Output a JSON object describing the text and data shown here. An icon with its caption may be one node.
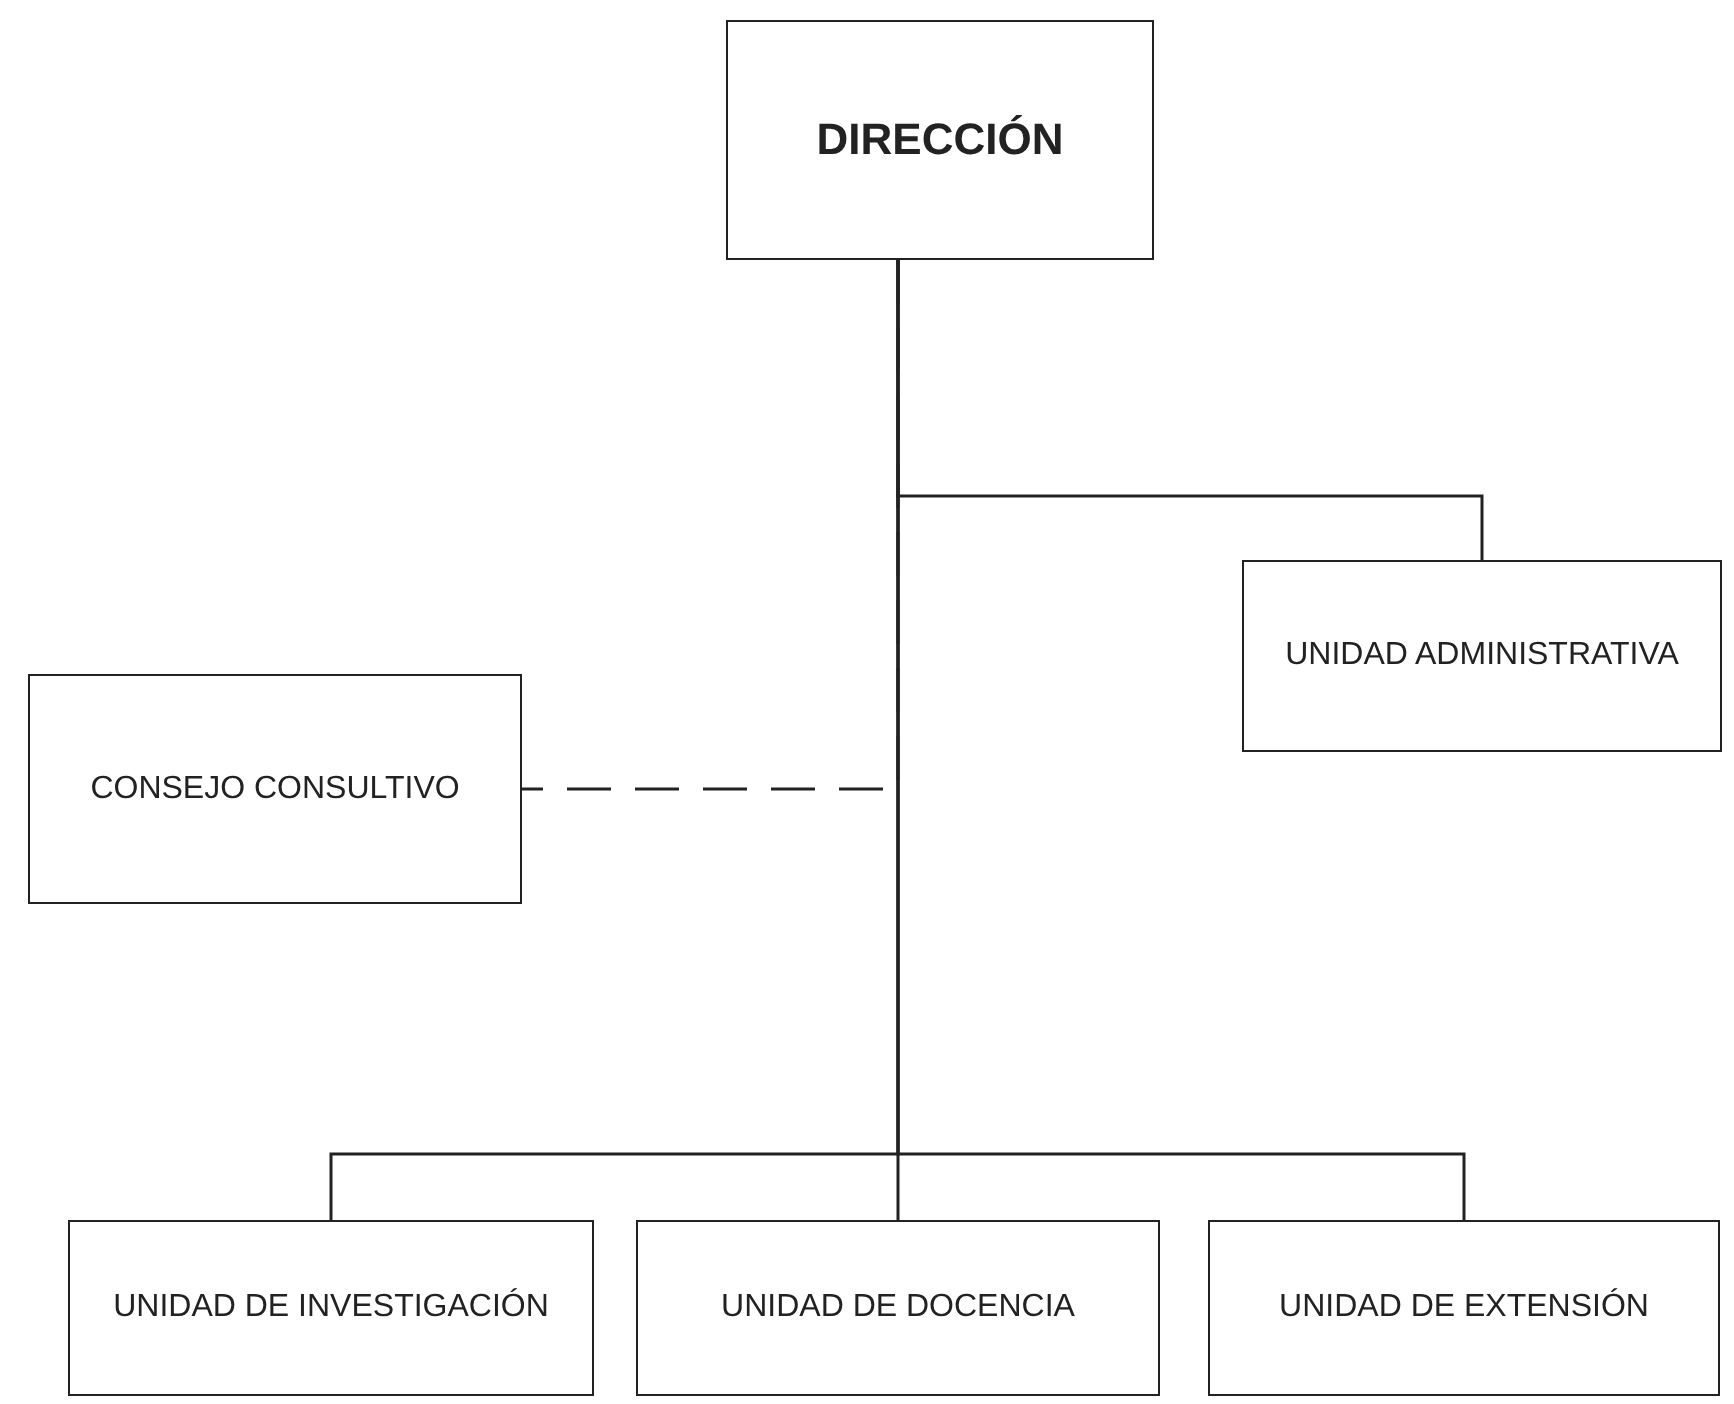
{
  "diagram": {
    "nodes": [
      {
        "text": [
          "DIRECCIÓN"
        ]
      },
      {
        "text": [
          "UNIDAD ADMINISTRATIVA"
        ]
      },
      {
        "text": [
          "CONSEJO CONSULTIVO"
        ]
      },
      {
        "text": [
          "UNIDAD DE INVESTIGACIÓN"
        ]
      },
      {
        "text": [
          "UNIDAD DE DOCENCIA"
        ]
      },
      {
        "text": [
          "UNIDAD DE EXTENSIÓN"
        ]
      }
    ],
    "edges": [
      {
        "from": 0,
        "to": 1,
        "arrow": "none"
      },
      {
        "from": 0,
        "to": 2,
        "arrow": "none",
        "style": "dashed"
      },
      {
        "from": 0,
        "to": 3,
        "arrow": "none"
      },
      {
        "from": 0,
        "to": 4,
        "arrow": "none"
      },
      {
        "from": 0,
        "to": 5,
        "arrow": "none"
      }
    ]
  }
}
